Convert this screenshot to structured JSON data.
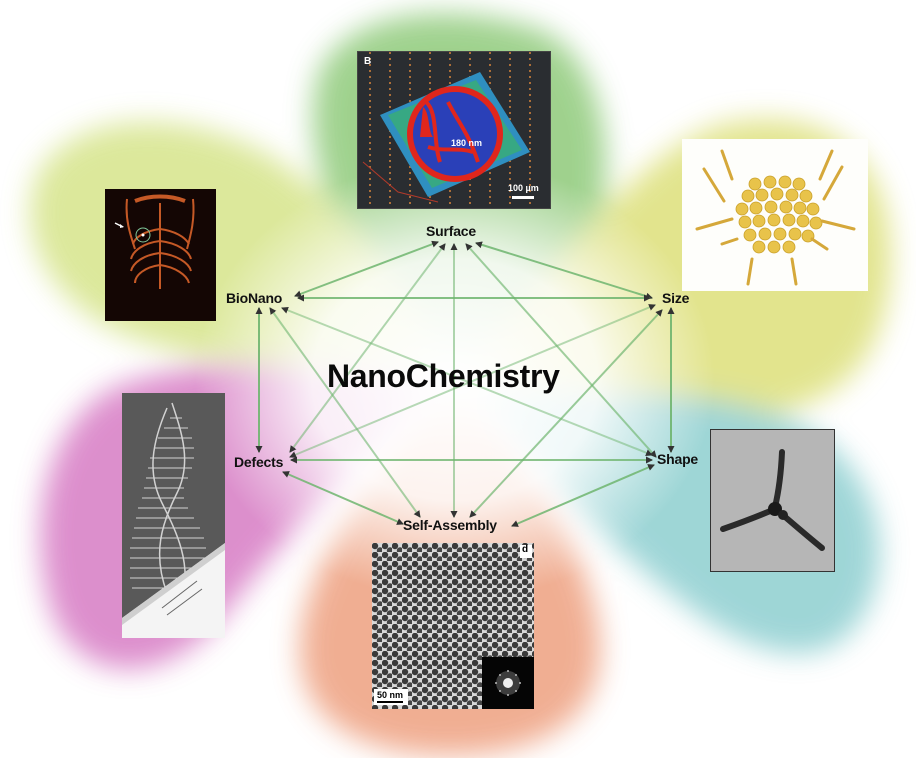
{
  "title": "NanoChemistry",
  "nodes": [
    {
      "id": "surface",
      "label": "Surface"
    },
    {
      "id": "size",
      "label": "Size"
    },
    {
      "id": "shape",
      "label": "Shape"
    },
    {
      "id": "self_assembly",
      "label": "Self-Assembly"
    },
    {
      "id": "defects",
      "label": "Defects"
    },
    {
      "id": "bionano",
      "label": "BioNano"
    }
  ],
  "edges": [
    [
      "Surface",
      "Size"
    ],
    [
      "Surface",
      "Shape"
    ],
    [
      "Surface",
      "Self-Assembly"
    ],
    [
      "Surface",
      "Defects"
    ],
    [
      "Surface",
      "BioNano"
    ],
    [
      "Size",
      "Shape"
    ],
    [
      "Size",
      "Self-Assembly"
    ],
    [
      "Size",
      "Defects"
    ],
    [
      "Size",
      "BioNano"
    ],
    [
      "Shape",
      "Self-Assembly"
    ],
    [
      "Shape",
      "Defects"
    ],
    [
      "Shape",
      "BioNano"
    ],
    [
      "Self-Assembly",
      "Defects"
    ],
    [
      "Self-Assembly",
      "BioNano"
    ],
    [
      "Defects",
      "BioNano"
    ]
  ],
  "edge_style": {
    "arrows": "bidirectional",
    "color": "#6fb56f"
  },
  "petals": [
    {
      "name": "surface-petal",
      "color": "#8fca7a"
    },
    {
      "name": "size-petal",
      "color": "#dde07a"
    },
    {
      "name": "shape-petal",
      "color": "#8ecfd0"
    },
    {
      "name": "self-assembly-petal",
      "color": "#eea080"
    },
    {
      "name": "defects-petal",
      "color": "#d77bc4"
    },
    {
      "name": "bionano-petal",
      "color": "#d6e48a"
    }
  ],
  "panels": {
    "surface": {
      "tag": "B",
      "scale_label": "100 µm",
      "annotation": "180 nm"
    },
    "self_assembly": {
      "tag": "d",
      "scale_label": "50 nm"
    },
    "bionano": {
      "description": "3D rendered skeleton / ribcage image"
    },
    "size": {
      "description": "nanoparticle cluster with ligands"
    },
    "shape": {
      "description": "tripod nanocrystal TEM image"
    },
    "defects": {
      "description": "helical nanostructure SEM image"
    }
  }
}
